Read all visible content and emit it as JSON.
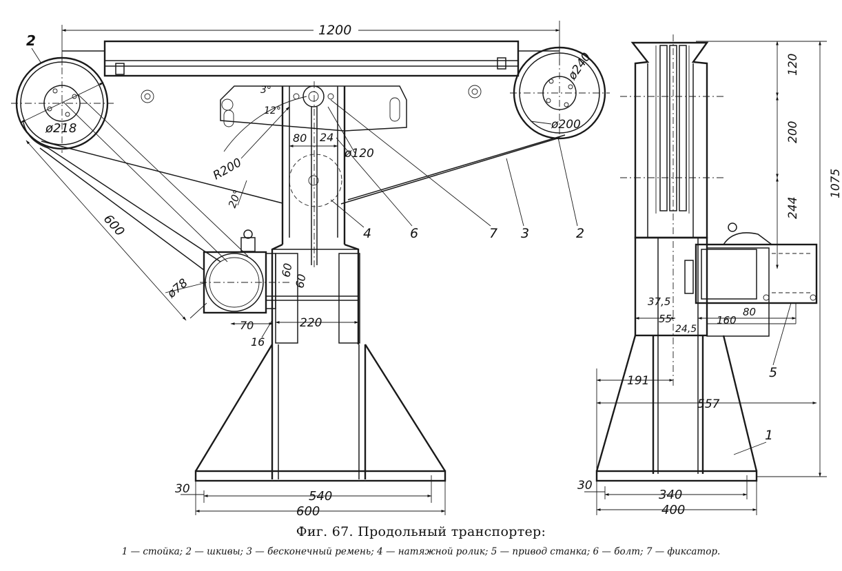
{
  "figure": {
    "title": "Фиг. 67. Продольный транспортер:",
    "legend": "1 — стойка; 2 — шкивы; 3 — бесконечный ремень; 4 — натяжной ролик; 5 — привод станка; 6 — болт; 7 — фиксатор."
  },
  "front_view": {
    "dimensions": {
      "overall_length": "1200",
      "left_pulley_dia": "ø218",
      "right_pulley_dia1": "ø240",
      "right_pulley_dia2": "ø200",
      "tension_roller_dia": "ø120",
      "slot_radius": "R200",
      "angle_3": "3°",
      "angle_12": "12°",
      "angle_20": "20°",
      "width_80": "80",
      "width_24": "24",
      "diag_600": "600",
      "motor_pulley_dia": "ø78",
      "motor_60a": "60",
      "motor_60b": "60",
      "motor_70": "70",
      "motor_16": "16",
      "between_220": "220",
      "base_30": "30",
      "base_540": "540",
      "base_600": "600"
    },
    "callouts": {
      "pulley_left": "2",
      "belt": "3",
      "roller": "4",
      "bolt": "6",
      "fixator": "7",
      "pulley_right": "2"
    }
  },
  "side_view": {
    "dimensions": {
      "h_120": "120",
      "h_200": "200",
      "h_244": "244",
      "h_1075": "1075",
      "d_37_5": "37,5",
      "d_55": "55",
      "d_24_5": "24,5",
      "d_160": "160",
      "d_80": "80",
      "d_191": "191",
      "d_557": "557",
      "base_30": "30",
      "base_340": "340",
      "base_400": "400"
    },
    "callouts": {
      "drive": "5",
      "stand": "1"
    }
  }
}
